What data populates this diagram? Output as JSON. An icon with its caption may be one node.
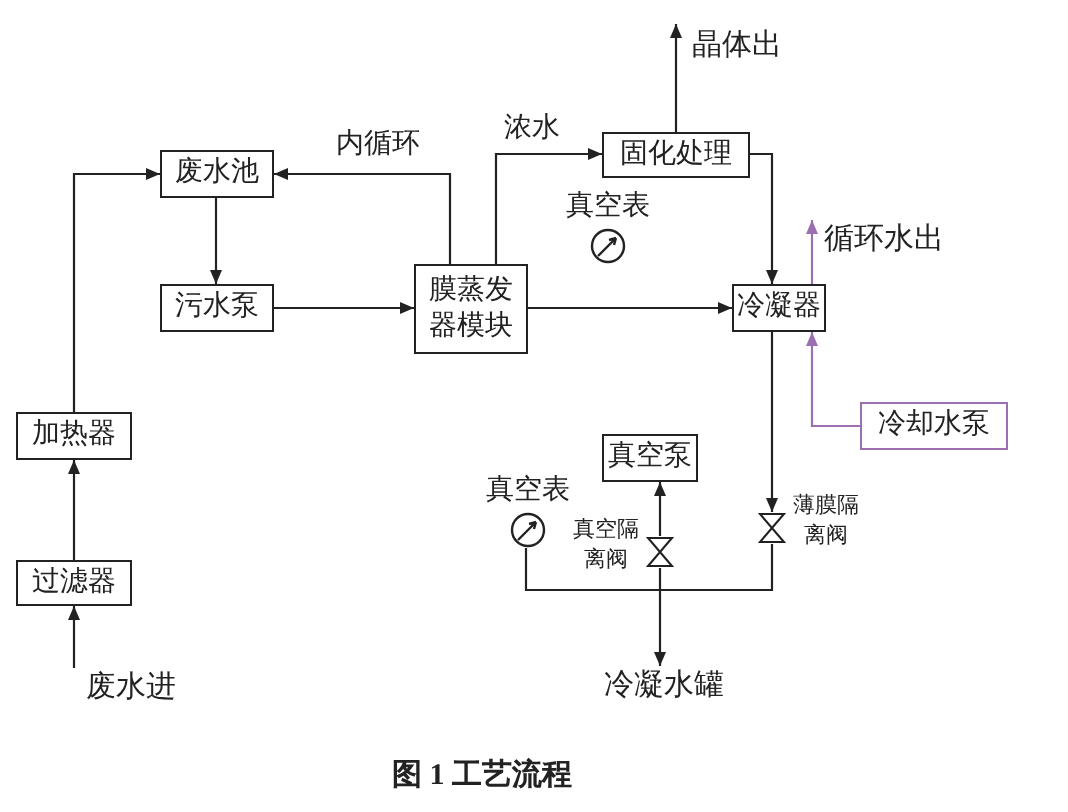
{
  "diagram": {
    "caption": "图 1 工艺流程",
    "nodes": [
      {
        "text": [
          "废水池"
        ]
      },
      {
        "text": [
          "污水泵"
        ]
      },
      {
        "text": [
          "膜蒸发器模块"
        ]
      },
      {
        "text": [
          "固化处理"
        ]
      },
      {
        "text": [
          "冷凝器"
        ]
      },
      {
        "text": [
          "加热器"
        ]
      },
      {
        "text": [
          "过滤器"
        ]
      },
      {
        "text": [
          "真空泵"
        ]
      },
      {
        "text": [
          "冷却水泵"
        ]
      },
      {
        "text": [
          "晶体出"
        ]
      },
      {
        "text": [
          "循环水出"
        ]
      },
      {
        "text": [
          "废水进"
        ]
      },
      {
        "text": [
          "冷凝水罐"
        ]
      },
      {
        "text": [
          "真空表"
        ]
      },
      {
        "text": [
          "真空表"
        ]
      },
      {
        "text": [],
        "shape": "valve",
        "beside": [
          "真空隔离阀"
        ]
      },
      {
        "text": [],
        "shape": "valve",
        "beside": [
          "薄膜隔离阀"
        ]
      }
    ],
    "edges": [
      {
        "from": 11,
        "to": 6,
        "arrow": "to"
      },
      {
        "from": 6,
        "to": 5,
        "arrow": "to"
      },
      {
        "from": 5,
        "to": 0,
        "arrow": "to"
      },
      {
        "from": 0,
        "to": 1,
        "arrow": "to"
      },
      {
        "from": 1,
        "to": 2,
        "arrow": "to"
      },
      {
        "from": 2,
        "to": 0,
        "arrow": "to",
        "label": "内循环"
      },
      {
        "from": 2,
        "to": 3,
        "arrow": "to",
        "label": "浓水"
      },
      {
        "from": 3,
        "to": 9,
        "arrow": "to"
      },
      {
        "from": 3,
        "to": 4,
        "arrow": "to"
      },
      {
        "from": 2,
        "to": 4,
        "arrow": "to"
      },
      {
        "from": 8,
        "to": 4,
        "arrow": "to",
        "color": "#9b6fb0"
      },
      {
        "from": 4,
        "to": 10,
        "arrow": "to",
        "color": "#9b6fb0"
      },
      {
        "from": 4,
        "to": 16,
        "arrow": "to"
      },
      {
        "from": 16,
        "to": 12,
        "arrow": "to"
      },
      {
        "from": 15,
        "to": 7,
        "arrow": "to"
      },
      {
        "from": 14,
        "to": 15,
        "arrow": "none"
      }
    ]
  }
}
